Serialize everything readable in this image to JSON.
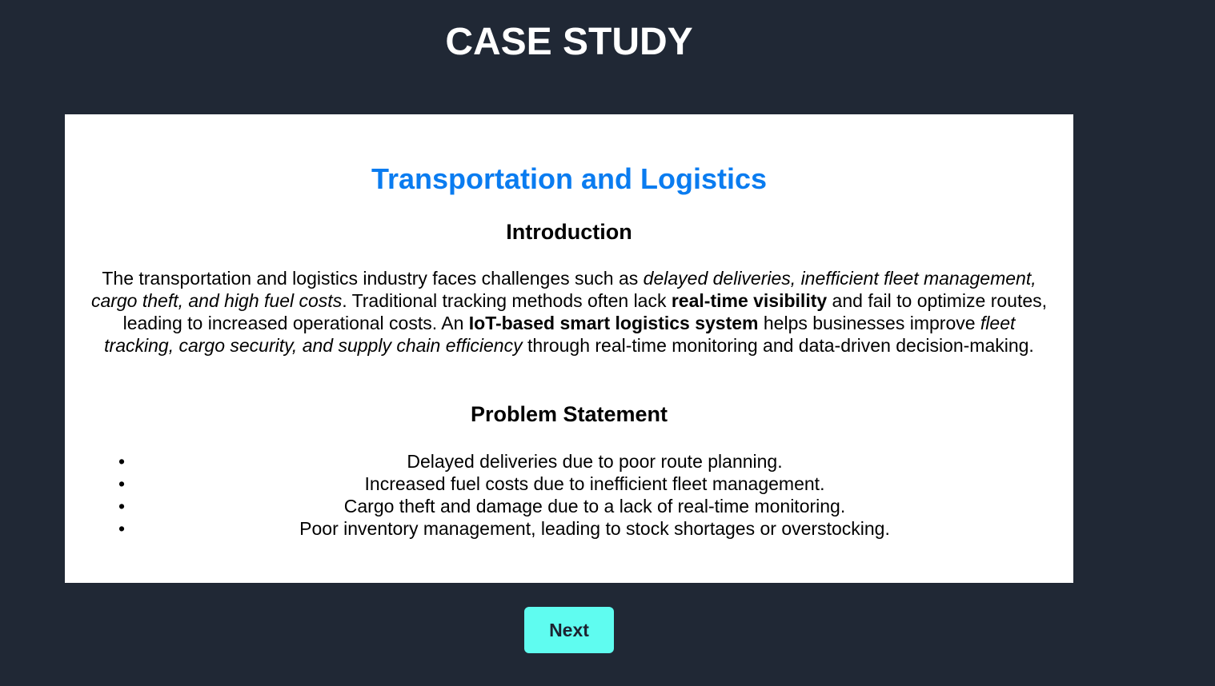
{
  "header": {
    "title": "CASE STUDY"
  },
  "card": {
    "title": "Transportation and Logistics",
    "introduction": {
      "heading": "Introduction",
      "segments": [
        {
          "text": "The transportation and logistics industry faces challenges such as ",
          "style": "normal"
        },
        {
          "text": "delayed deliveries, inefficient fleet management, cargo theft, and high fuel costs",
          "style": "italic"
        },
        {
          "text": ". Traditional tracking methods often lack ",
          "style": "normal"
        },
        {
          "text": "real-time visibility",
          "style": "bold"
        },
        {
          "text": " and fail to optimize routes, leading to increased operational costs. An ",
          "style": "normal"
        },
        {
          "text": "IoT-based smart logistics system",
          "style": "bold"
        },
        {
          "text": " helps businesses improve ",
          "style": "normal"
        },
        {
          "text": "fleet tracking, cargo security, and supply chain efficiency",
          "style": "italic"
        },
        {
          "text": " through real-time monitoring and data-driven decision-making.",
          "style": "normal"
        }
      ]
    },
    "problem_statement": {
      "heading": "Problem Statement",
      "bullet": "•",
      "items": [
        "Delayed deliveries due to poor route planning.",
        "Increased fuel costs due to inefficient fleet management.",
        "Cargo theft and damage due to a lack of real-time monitoring.",
        "Poor inventory management, leading to stock shortages or overstocking."
      ]
    }
  },
  "actions": {
    "next_label": "Next"
  },
  "colors": {
    "background": "#202835",
    "card_title": "#0a7cf0",
    "next_button": "#5ffcf0"
  }
}
